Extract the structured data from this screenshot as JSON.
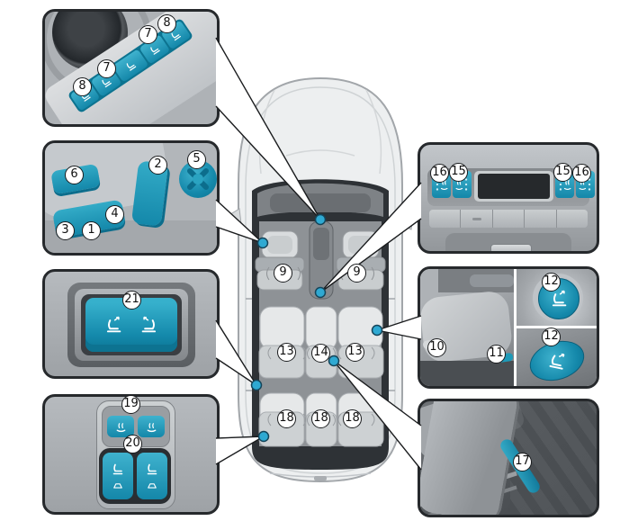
{
  "figure": {
    "type": "vehicle-seat-controls-overview-diagram",
    "colors": {
      "accent_teal": "#1B97B7",
      "marker_blue": "#2FA9D2",
      "inset_border": "#26292C",
      "panel_gray": "#AEB2B6",
      "car_body": "#EDEFF0",
      "cabin_dark": "#2E3236"
    },
    "icon_names": [
      "seat-icon",
      "heated-seat-icon",
      "seat-fold-icon",
      "recline-dial-icon",
      "seat-cushion-icon",
      "speaker-icon",
      "strap-icon",
      "location-dot",
      "pointer-wedge"
    ]
  },
  "callouts": {
    "door_memory": [
      "8",
      "7",
      "7",
      "8"
    ],
    "front_seat_controls": [
      "6",
      "2",
      "5",
      "3",
      "1",
      "4"
    ],
    "walk_in": [
      "21"
    ],
    "rear_switch_panel": [
      "19",
      "20"
    ],
    "rear_climate": [
      "16",
      "15",
      "15",
      "16"
    ],
    "second_row_seat": [
      "10",
      "11",
      "12",
      "12"
    ],
    "third_row_strap": [
      "17"
    ],
    "car_seats": [
      "9",
      "9",
      "13",
      "14",
      "13",
      "18",
      "18",
      "18"
    ]
  }
}
